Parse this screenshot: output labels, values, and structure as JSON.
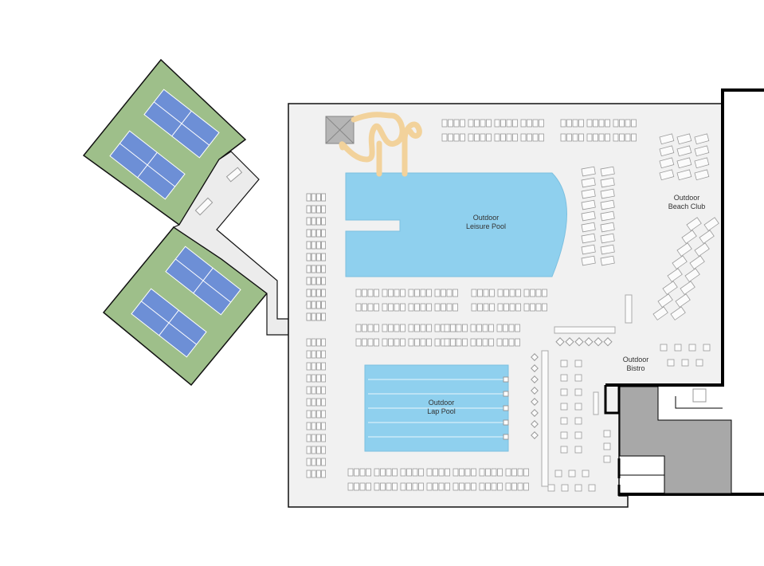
{
  "areas": {
    "leisure_pool": {
      "line1": "Outdoor",
      "line2": "Leisure Pool"
    },
    "lap_pool": {
      "line1": "Outdoor",
      "line2": "Lap Pool"
    },
    "beach_club": {
      "line1": "Outdoor",
      "line2": "Beach Club"
    },
    "bistro": {
      "line1": "Outdoor",
      "line2": "Bistro"
    }
  },
  "colors": {
    "pool_water": "#8fd0ee",
    "court_surface": "#6d8fd6",
    "court_lawn": "#9ebf8a",
    "water_slide": "#f2d29b",
    "building_core": "#a8a8a8",
    "deck": "#f1f1f1"
  }
}
